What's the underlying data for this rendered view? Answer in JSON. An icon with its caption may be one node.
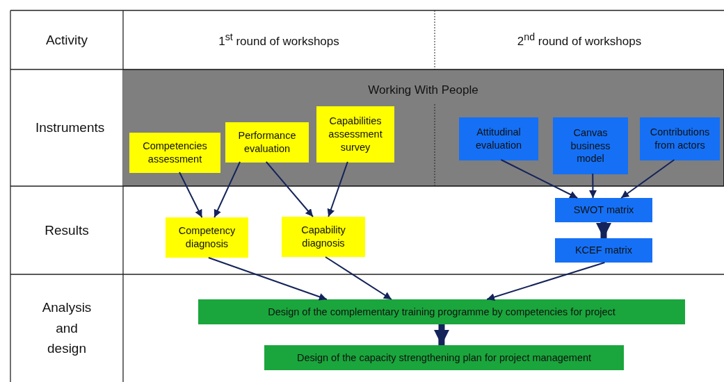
{
  "diagram": {
    "nodes": [
      {
        "text": [
          "Working With People"
        ]
      },
      {
        "text": [
          "Competencies assessment"
        ],
        "in": 0
      },
      {
        "text": [
          "Performance evaluation"
        ],
        "in": 0
      },
      {
        "text": [
          "Capabilities assessment survey"
        ],
        "in": 0
      },
      {
        "text": [
          "Attitudinal evaluation"
        ],
        "in": 0
      },
      {
        "text": [
          "Canvas business model"
        ],
        "in": 0
      },
      {
        "text": [
          "Contributions from actors"
        ],
        "in": 0
      },
      {
        "text": [
          "Competency diagnosis"
        ]
      },
      {
        "text": [
          "Capability diagnosis"
        ]
      },
      {
        "text": [
          "SWOT matrix"
        ]
      },
      {
        "text": [
          "KCEF matrix"
        ]
      },
      {
        "text": [
          "Design of the complementary training programme by competencies for project"
        ]
      },
      {
        "text": [
          "Design of the capacity strengthening plan for project management"
        ]
      }
    ],
    "edges": [
      {
        "from": 1,
        "to": 7,
        "arrow": "to"
      },
      {
        "from": 2,
        "to": 7,
        "arrow": "to"
      },
      {
        "from": 2,
        "to": 8,
        "arrow": "to"
      },
      {
        "from": 3,
        "to": 8,
        "arrow": "to"
      },
      {
        "from": 4,
        "to": 9,
        "arrow": "to"
      },
      {
        "from": 5,
        "to": 9,
        "arrow": "to"
      },
      {
        "from": 6,
        "to": 9,
        "arrow": "to"
      },
      {
        "from": 9,
        "to": 10,
        "arrow": "to",
        "style": "thick"
      },
      {
        "from": 7,
        "to": 11,
        "arrow": "to"
      },
      {
        "from": 8,
        "to": 11,
        "arrow": "to"
      },
      {
        "from": 10,
        "to": 11,
        "arrow": "to"
      },
      {
        "from": 11,
        "to": 12,
        "arrow": "to",
        "style": "thick"
      }
    ],
    "labels": [
      "Activity",
      "1$^{st}$ round of workshops",
      "2$^{nd}$ round of workshops",
      "Instruments",
      "Results",
      "Analysis and design"
    ]
  }
}
